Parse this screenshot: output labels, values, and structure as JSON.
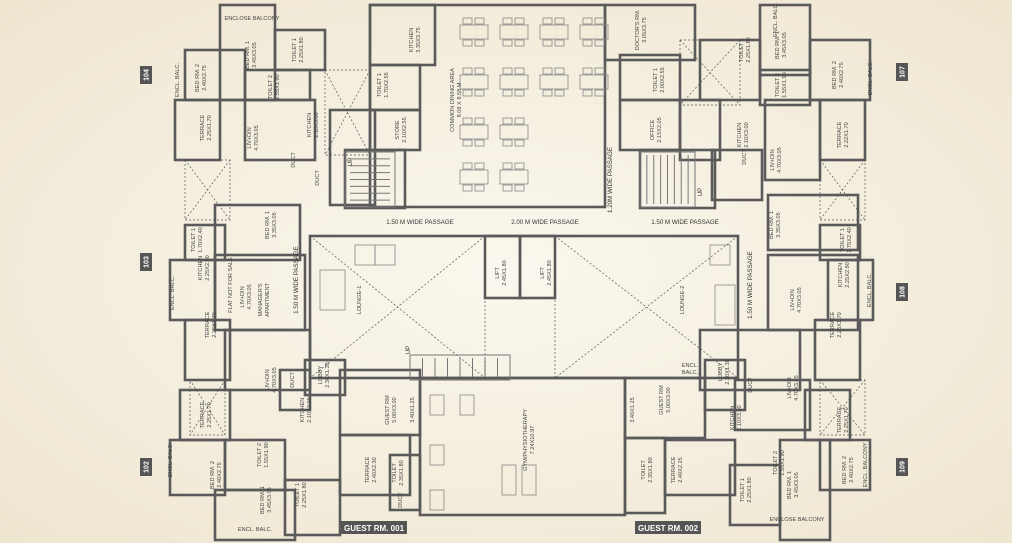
{
  "plan": {
    "unit_tags": [
      "104",
      "103",
      "102",
      "107",
      "108",
      "109"
    ],
    "guest_room_labels": [
      "GUEST RM. 001",
      "GUEST RM. 002"
    ],
    "passages": [
      "1.50 M WIDE PASSAGE",
      "2.00 M WIDE PASSAGE",
      "1.50 M WIDE PASSAGE",
      "1.20M WIDE PASSAGE",
      "1.50 M WIDE PASSAGE",
      "1.50 M WIDE PASSAGE"
    ],
    "up_labels": [
      "UP",
      "UP",
      "UP"
    ],
    "colors": {
      "background": "#f6f1e4",
      "walls": "#5a5a5a",
      "tag": "#555555"
    }
  },
  "rooms": [
    {
      "name": "ENCLOSE BALCONY",
      "dim": ""
    },
    {
      "name": "BED RM. 1",
      "dim": "3.45X3.05"
    },
    {
      "name": "TOILET 1",
      "dim": "2.25X1.80"
    },
    {
      "name": "BED RM. 2",
      "dim": "2.40X2.75"
    },
    {
      "name": "ENCL. BALC.",
      "dim": ""
    },
    {
      "name": "TOILET 2",
      "dim": "1.55X1.90"
    },
    {
      "name": "TERRACE",
      "dim": "2.25X1.70"
    },
    {
      "name": "LIV+DIN",
      "dim": "4.70X3.05"
    },
    {
      "name": "KITCHEN",
      "dim": "2.10X3.00"
    },
    {
      "name": "DUCT",
      "dim": ""
    },
    {
      "name": "DUCT",
      "dim": ""
    },
    {
      "name": "KITCHEN",
      "dim": "3.35X3.75"
    },
    {
      "name": "TOILET 1",
      "dim": "1.70X2.55"
    },
    {
      "name": "STORE",
      "dim": "2.10X2.55"
    },
    {
      "name": "COMMON DINING AREA",
      "dim": "8.08 X 8.58 M"
    },
    {
      "name": "DOCTOR'S RM.",
      "dim": "3.05X3.75"
    },
    {
      "name": "TOILET 1",
      "dim": "2.00X2.55"
    },
    {
      "name": "OFFICE",
      "dim": "2.15X2.05"
    },
    {
      "name": "TOILET 1",
      "dim": "2.25X1.80"
    },
    {
      "name": "BED RM. 1",
      "dim": "3.45X3.05"
    },
    {
      "name": "ENCL. BALC.",
      "dim": ""
    },
    {
      "name": "TOILET 2",
      "dim": "1.55X1.90"
    },
    {
      "name": "BED RM. 2",
      "dim": "2.40X2.75"
    },
    {
      "name": "ENCL. BALC.",
      "dim": ""
    },
    {
      "name": "KITCHEN",
      "dim": "2.10X3.00"
    },
    {
      "name": "LIV+DIN",
      "dim": "4.70X3.05"
    },
    {
      "name": "DUCT",
      "dim": ""
    },
    {
      "name": "TERRACE",
      "dim": "2.22X1.70"
    },
    {
      "name": "BED RM. 1",
      "dim": "3.35X3.05"
    },
    {
      "name": "TOILET 1",
      "dim": "1.70X2.40"
    },
    {
      "name": "KITCHEN",
      "dim": "2.25X2.90"
    },
    {
      "name": "ENCL. BALC.",
      "dim": ""
    },
    {
      "name": "FLAT NOT FOR SALE",
      "dim": ""
    },
    {
      "name": "LIV+DIN",
      "dim": "4.70X3.05"
    },
    {
      "name": "MANAGER'S",
      "dim": "APARTMENT"
    },
    {
      "name": "TERRACE",
      "dim": "2.25X1.70"
    },
    {
      "name": "LOUNGE-1",
      "dim": ""
    },
    {
      "name": "LIFT",
      "dim": "2.45X1.80"
    },
    {
      "name": "LIFT",
      "dim": "2.45X1.80"
    },
    {
      "name": "LOUNGE-2",
      "dim": ""
    },
    {
      "name": "BED RM. 1",
      "dim": "3.35X3.05"
    },
    {
      "name": "TOILET 1",
      "dim": "1.75X2.40"
    },
    {
      "name": "KITCHEN",
      "dim": "2.25X2.90"
    },
    {
      "name": "ENCL. BALC.",
      "dim": ""
    },
    {
      "name": "LIV+DIN",
      "dim": "4.70X3.05"
    },
    {
      "name": "TERRACE",
      "dim": "2.25X1.70"
    },
    {
      "name": "ENCL.",
      "dim": "BALC."
    },
    {
      "name": "LOBBY",
      "dim": "2.30X1.38"
    },
    {
      "name": "LIV+DIN",
      "dim": "4.70X3.05"
    },
    {
      "name": "DUCT",
      "dim": ""
    },
    {
      "name": "LOBBY",
      "dim": "2.30X1.38"
    },
    {
      "name": "KITCHEN",
      "dim": "2.10X3.00"
    },
    {
      "name": "TERRACE",
      "dim": "2.25X1.70"
    },
    {
      "name": "GUEST RM",
      "dim": "5.00X3.00"
    },
    {
      "name": "3.40X1.25",
      "dim": ""
    },
    {
      "name": "TOILET 2",
      "dim": "1.55X1.90"
    },
    {
      "name": "BED RM. 2",
      "dim": "2.40X2.75"
    },
    {
      "name": "ENCL. BALC.",
      "dim": ""
    },
    {
      "name": "BED RM. 1",
      "dim": "3.45X3.05"
    },
    {
      "name": "TOILET 1",
      "dim": "2.25X1.80"
    },
    {
      "name": "ENCL. BALC.",
      "dim": ""
    },
    {
      "name": "TERRACE",
      "dim": "2.40X2.30"
    },
    {
      "name": "TOILET",
      "dim": "2.35X1.80"
    },
    {
      "name": "DUCT",
      "dim": ""
    },
    {
      "name": "GYM/PHYSIOTHERAPY",
      "dim": "7.24X10.97"
    },
    {
      "name": "GUEST RM",
      "dim": "5.00X3.00"
    },
    {
      "name": "3.40X1.25",
      "dim": ""
    },
    {
      "name": "DUCT",
      "dim": ""
    },
    {
      "name": "KITCHEN",
      "dim": "2.10X3.00"
    },
    {
      "name": "LIV+DIN",
      "dim": "4.70X3.05"
    },
    {
      "name": "TERRACE",
      "dim": "2.25X1.70"
    },
    {
      "name": "TOILET 2",
      "dim": "1.55X1.90"
    },
    {
      "name": "TOILET",
      "dim": "2.35X1.80"
    },
    {
      "name": "TERRACE",
      "dim": "2.40X2.25"
    },
    {
      "name": "TOILET 1",
      "dim": "2.25X1.80"
    },
    {
      "name": "BED RM. 1",
      "dim": "3.45X3.05"
    },
    {
      "name": "BED RM. 2",
      "dim": "2.40X2.75"
    },
    {
      "name": "ENCL. BALCONY",
      "dim": ""
    },
    {
      "name": "ENCLOSE BALCONY",
      "dim": ""
    }
  ]
}
